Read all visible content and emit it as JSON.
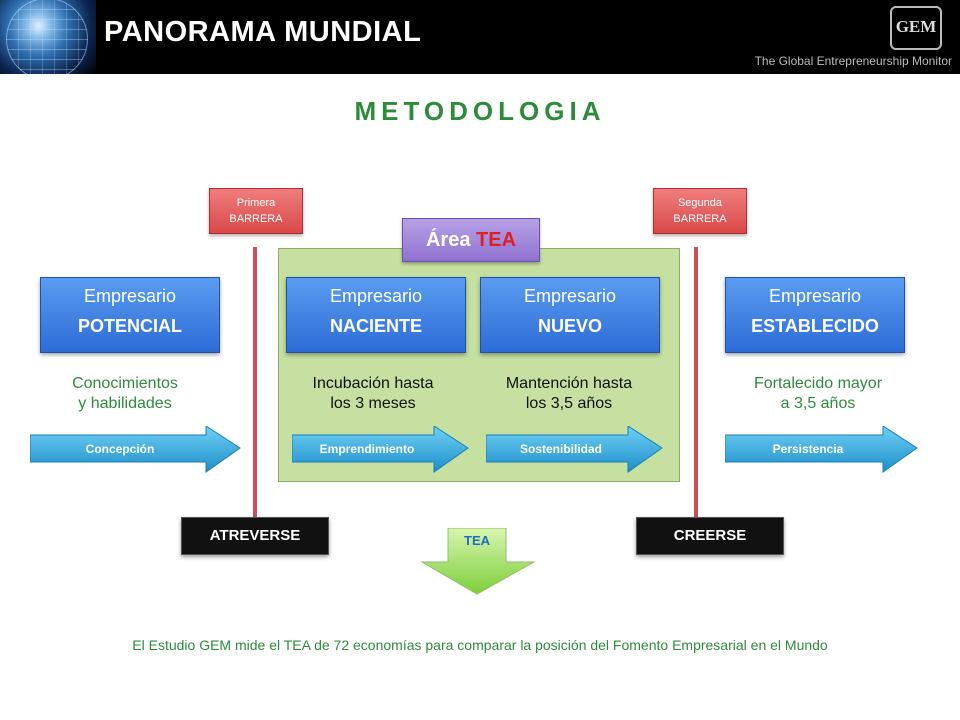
{
  "header": {
    "title": "PANORAMA  MUNDIAL",
    "logo_text": "GEM",
    "subtitle": "The Global Entrepreneurship Monitor"
  },
  "section_title": "METODOLOGIA",
  "area": {
    "label_prefix": "Área",
    "label_highlight": "TEA"
  },
  "barriers": [
    {
      "line1": "Primera",
      "line2": "BARRERA"
    },
    {
      "line1": "Segunda",
      "line2": "BARRERA"
    }
  ],
  "stages": [
    {
      "line1": "Empresario",
      "line2": "POTENCIAL",
      "desc1": "Conocimientos",
      "desc2": "y habilidades",
      "arrow": "Concepción"
    },
    {
      "line1": "Empresario",
      "line2": "NACIENTE",
      "desc1": "Incubación hasta",
      "desc2": "los 3 meses",
      "arrow": "Emprendimiento"
    },
    {
      "line1": "Empresario",
      "line2": "NUEVO",
      "desc1": "Mantención hasta",
      "desc2": "los 3,5 años",
      "arrow": "Sostenibilidad"
    },
    {
      "line1": "Empresario",
      "line2": "ESTABLECIDO",
      "desc1": "Fortalecido mayor",
      "desc2": "a  3,5 años",
      "arrow": "Persistencia"
    }
  ],
  "gates": [
    "ATREVERSE",
    "CREERSE"
  ],
  "tea_arrow": "TEA",
  "footer": "El Estudio GEM mide el TEA de  72 economías para comparar la posición del Fomento Empresarial en el Mundo",
  "colors": {
    "header_bg": "#000000",
    "title_green": "#2e8b3a",
    "area_bg": "#c5e0a0",
    "barrier_red": "#d94848",
    "stage_blue": "#2d6cd6",
    "arrow_cyan": "#2ba8dc",
    "tea_purple": "#8f72d0"
  }
}
